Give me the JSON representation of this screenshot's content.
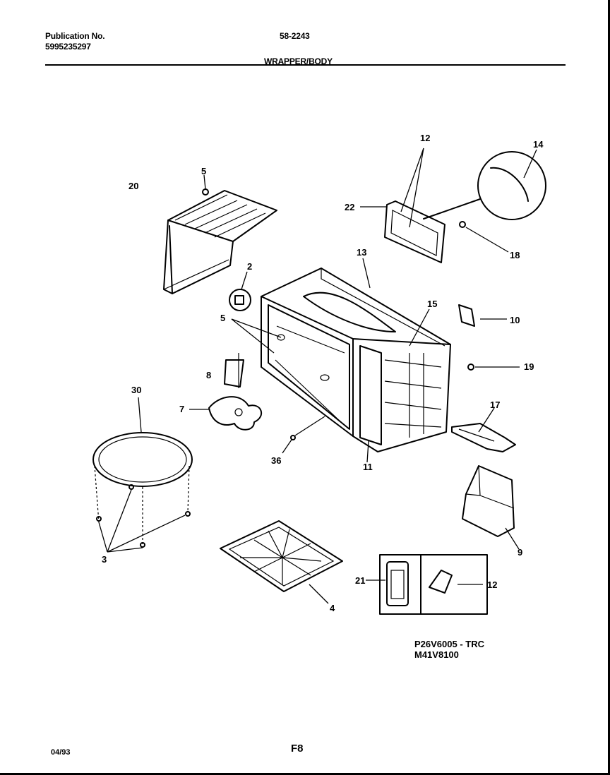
{
  "header": {
    "publication_label": "Publication No.",
    "publication_number": "5995235297",
    "model_code": "58-2243",
    "section_title": "WRAPPER/BODY"
  },
  "footer": {
    "date": "04/93",
    "page_code": "F8"
  },
  "models": [
    "P26V6005 - TRC",
    "M41V8100"
  ],
  "parts": [
    {
      "id": "20",
      "label": "20"
    },
    {
      "id": "5a",
      "label": "5"
    },
    {
      "id": "12a",
      "label": "12"
    },
    {
      "id": "14",
      "label": "14"
    },
    {
      "id": "22",
      "label": "22"
    },
    {
      "id": "18",
      "label": "18"
    },
    {
      "id": "13",
      "label": "13"
    },
    {
      "id": "2",
      "label": "2"
    },
    {
      "id": "15",
      "label": "15"
    },
    {
      "id": "10",
      "label": "10"
    },
    {
      "id": "5b",
      "label": "5"
    },
    {
      "id": "19",
      "label": "19"
    },
    {
      "id": "8",
      "label": "8"
    },
    {
      "id": "30",
      "label": "30"
    },
    {
      "id": "7",
      "label": "7"
    },
    {
      "id": "17",
      "label": "17"
    },
    {
      "id": "36",
      "label": "36"
    },
    {
      "id": "11",
      "label": "11"
    },
    {
      "id": "9",
      "label": "9"
    },
    {
      "id": "3",
      "label": "3"
    },
    {
      "id": "21",
      "label": "21"
    },
    {
      "id": "12b",
      "label": "12"
    },
    {
      "id": "4",
      "label": "4"
    }
  ]
}
